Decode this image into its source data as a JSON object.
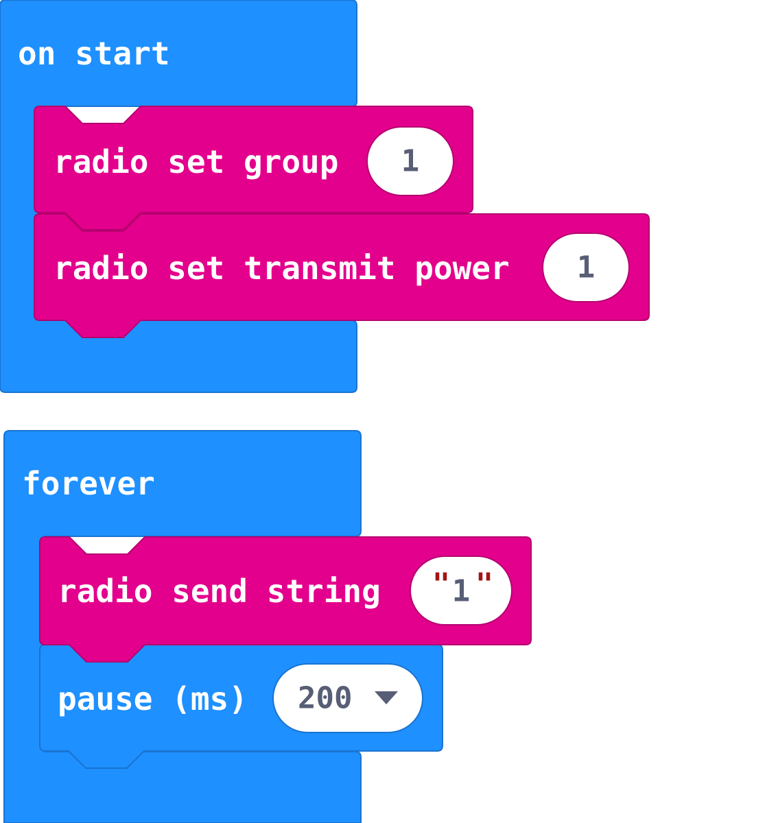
{
  "colors": {
    "loops": "#1e90ff",
    "loops_border": "#1a73d1",
    "radio": "#e3008c",
    "radio_border": "#b5006f",
    "field_bg": "#ffffff",
    "field_text": "#575e75",
    "string_quote": "#a31515"
  },
  "on_start": {
    "label": "on start",
    "blocks": {
      "set_group": {
        "label": "radio set group",
        "value": "1"
      },
      "set_power": {
        "label": "radio set transmit power",
        "value": "1"
      }
    }
  },
  "forever": {
    "label": "forever",
    "blocks": {
      "send_string": {
        "label": "radio send string",
        "open_quote": "\"",
        "value": "1",
        "close_quote": "\""
      },
      "pause": {
        "label": "pause (ms)",
        "value": "200",
        "dropdown_icon": "triangle-down-icon"
      }
    }
  }
}
